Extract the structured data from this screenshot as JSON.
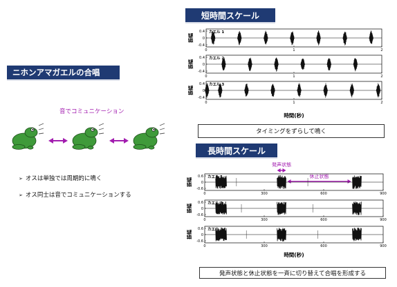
{
  "left_panel": {
    "title": "ニホンアマガエルの合唱",
    "comm_label": "音でコミュニケーション",
    "bullets": [
      "オスは単独では周期的に鳴く",
      "オス同士は音でコミュニケーションする"
    ],
    "bullet_mark": "➢"
  },
  "short_section": {
    "title": "短時間スケール",
    "caption": "タイミングをずらして鳴く",
    "ylabel": "振幅",
    "xlabel": "時間(秒)",
    "frog_labels": [
      "カエル 1",
      "カエル 2",
      "カエル 3"
    ]
  },
  "long_section": {
    "title": "長時間スケール",
    "caption": "発声状態と休止状態を一斉に切り替えて合唱を形成する",
    "ylabel": "振幅",
    "xlabel": "時間(秒)",
    "frog_labels": [
      "カエル 1",
      "カエル 2",
      "カエル 3"
    ],
    "calling_label": "発声状態",
    "resting_label": "休止状態"
  },
  "colors": {
    "navy": "#1f3a73",
    "magenta": "#a21caf",
    "frog": "#3f9a3a"
  },
  "chart_data": [
    {
      "type": "line",
      "title": "",
      "xlabel": "時間(秒)",
      "ylabel": "振幅",
      "xlim": [
        0,
        2
      ],
      "ylim": [
        -0.4,
        0.4
      ],
      "yticks": [
        "0.4",
        "0",
        "-0.4"
      ],
      "xticks": [
        "0",
        "1",
        "2"
      ],
      "series": [
        {
          "name": "カエル 1",
          "burst_times": [
            0.08,
            0.38,
            0.68,
            0.98,
            1.28,
            1.58,
            1.88
          ]
        },
        {
          "name": "カエル 2",
          "burst_times": [
            0.2,
            0.5,
            0.8,
            1.1,
            1.4,
            1.7
          ]
        },
        {
          "name": "カエル 3",
          "burst_times": [
            0.01,
            0.16,
            0.46,
            0.76,
            1.06,
            1.36,
            1.66,
            1.96
          ]
        }
      ]
    },
    {
      "type": "line",
      "title": "",
      "xlabel": "時間(秒)",
      "ylabel": "振幅",
      "xlim": [
        0,
        900
      ],
      "ylim": [
        -0.6,
        0.6
      ],
      "yticks": [
        "0.6",
        "0",
        "-0.6"
      ],
      "xticks": [
        "0",
        "300",
        "600",
        "900"
      ],
      "series": [
        {
          "name": "カエル 1",
          "calling_bouts": [
            [
              55,
              110
            ],
            [
              365,
              410
            ],
            [
              745,
              790
            ]
          ]
        },
        {
          "name": "カエル 2",
          "calling_bouts": [
            [
              55,
              110
            ],
            [
              365,
              410
            ],
            [
              745,
              790
            ]
          ]
        },
        {
          "name": "カエル 3",
          "calling_bouts": [
            [
              55,
              110
            ],
            [
              365,
              410
            ],
            [
              745,
              790
            ]
          ]
        }
      ]
    }
  ]
}
